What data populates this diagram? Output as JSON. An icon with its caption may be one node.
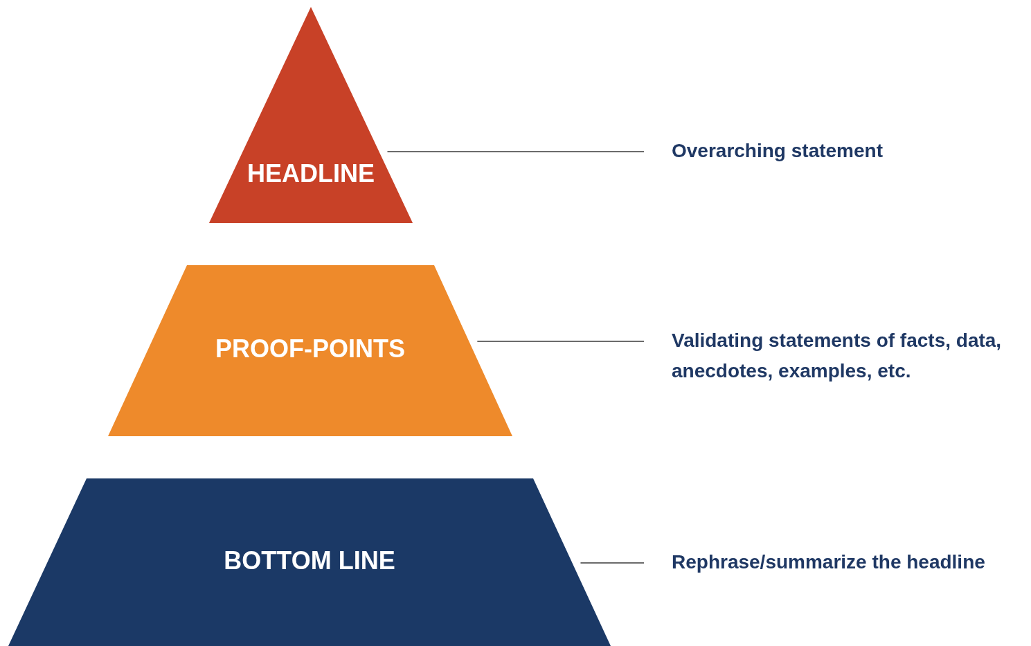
{
  "diagram": {
    "nodes": [
      {
        "text": [
          "HEADLINE"
        ]
      },
      {
        "text": [
          "Overarching statement"
        ]
      },
      {
        "text": [
          "PROOF-POINTS"
        ]
      },
      {
        "text": [
          "Validating statements of facts, data, anecdotes, examples, etc."
        ]
      },
      {
        "text": [
          "BOTTOM LINE"
        ]
      },
      {
        "text": [
          "Rephrase/summarize the headline"
        ]
      }
    ],
    "edges": [
      {
        "from": 1,
        "to": 0,
        "arrow": "none"
      },
      {
        "from": 3,
        "to": 2,
        "arrow": "none"
      },
      {
        "from": 5,
        "to": 4,
        "arrow": "none"
      }
    ]
  }
}
